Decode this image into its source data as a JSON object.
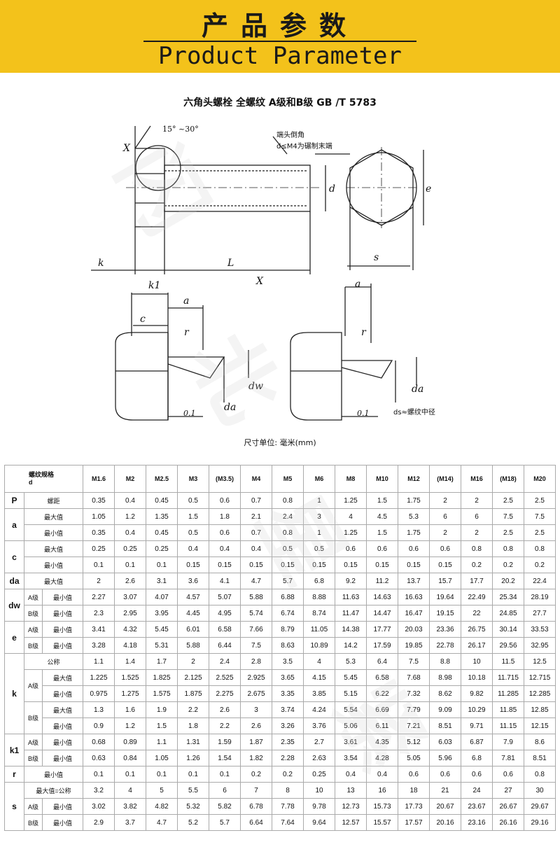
{
  "banner": {
    "title_cn": "产品参数",
    "title_en": "Product Parameter"
  },
  "drawing": {
    "title": "六角头螺栓 全螺纹 A级和B级 GB /T 5783",
    "labels": {
      "angle": "15° ~30°",
      "x": "X",
      "k": "k",
      "L": "L",
      "d": "d",
      "e": "e",
      "s": "s",
      "k1": "k1",
      "a": "a",
      "c": "c",
      "r": "r",
      "dw": "dw",
      "da": "da",
      "tol": "0.1",
      "view": "X"
    },
    "note_line1": "端头倒角",
    "note_line2": "d≤M4为碾制末端",
    "note_bottom": "ds≈螺纹中径"
  },
  "unit": "尺寸单位: 毫米(mm)",
  "table": {
    "header_spec": "螺纹规格",
    "header_d": "d",
    "sizes": [
      "M1.6",
      "M2",
      "M2.5",
      "M3",
      "(M3.5)",
      "M4",
      "M5",
      "M6",
      "M8",
      "M10",
      "M12",
      "(M14)",
      "M16",
      "(M18)",
      "M20"
    ],
    "rows": [
      {
        "sym": "P",
        "grade": "",
        "label": "螺距",
        "values": [
          "0.35",
          "0.4",
          "0.45",
          "0.5",
          "0.6",
          "0.7",
          "0.8",
          "1",
          "1.25",
          "1.5",
          "1.75",
          "2",
          "2",
          "2.5",
          "2.5"
        ]
      },
      {
        "sym": "a",
        "grade": "",
        "label": "最大值",
        "values": [
          "1.05",
          "1.2",
          "1.35",
          "1.5",
          "1.8",
          "2.1",
          "2.4",
          "3",
          "4",
          "4.5",
          "5.3",
          "6",
          "6",
          "7.5",
          "7.5"
        ]
      },
      {
        "sym": "",
        "grade": "",
        "label": "最小值",
        "values": [
          "0.35",
          "0.4",
          "0.45",
          "0.5",
          "0.6",
          "0.7",
          "0.8",
          "1",
          "1.25",
          "1.5",
          "1.75",
          "2",
          "2",
          "2.5",
          "2.5"
        ]
      },
      {
        "sym": "c",
        "grade": "",
        "label": "最大值",
        "values": [
          "0.25",
          "0.25",
          "0.25",
          "0.4",
          "0.4",
          "0.4",
          "0.5",
          "0.5",
          "0.6",
          "0.6",
          "0.6",
          "0.6",
          "0.8",
          "0.8",
          "0.8"
        ]
      },
      {
        "sym": "",
        "grade": "",
        "label": "最小值",
        "values": [
          "0.1",
          "0.1",
          "0.1",
          "0.15",
          "0.15",
          "0.15",
          "0.15",
          "0.15",
          "0.15",
          "0.15",
          "0.15",
          "0.15",
          "0.2",
          "0.2",
          "0.2"
        ]
      },
      {
        "sym": "da",
        "grade": "",
        "label": "最大值",
        "values": [
          "2",
          "2.6",
          "3.1",
          "3.6",
          "4.1",
          "4.7",
          "5.7",
          "6.8",
          "9.2",
          "11.2",
          "13.7",
          "15.7",
          "17.7",
          "20.2",
          "22.4"
        ]
      },
      {
        "sym": "dw",
        "grade": "A级",
        "label": "最小值",
        "values": [
          "2.27",
          "3.07",
          "4.07",
          "4.57",
          "5.07",
          "5.88",
          "6.88",
          "8.88",
          "11.63",
          "14.63",
          "16.63",
          "19.64",
          "22.49",
          "25.34",
          "28.19"
        ]
      },
      {
        "sym": "",
        "grade": "B级",
        "label": "最小值",
        "values": [
          "2.3",
          "2.95",
          "3.95",
          "4.45",
          "4.95",
          "5.74",
          "6.74",
          "8.74",
          "11.47",
          "14.47",
          "16.47",
          "19.15",
          "22",
          "24.85",
          "27.7"
        ]
      },
      {
        "sym": "e",
        "grade": "A级",
        "label": "最小值",
        "values": [
          "3.41",
          "4.32",
          "5.45",
          "6.01",
          "6.58",
          "7.66",
          "8.79",
          "11.05",
          "14.38",
          "17.77",
          "20.03",
          "23.36",
          "26.75",
          "30.14",
          "33.53"
        ]
      },
      {
        "sym": "",
        "grade": "B级",
        "label": "最小值",
        "values": [
          "3.28",
          "4.18",
          "5.31",
          "5.88",
          "6.44",
          "7.5",
          "8.63",
          "10.89",
          "14.2",
          "17.59",
          "19.85",
          "22.78",
          "26.17",
          "29.56",
          "32.95"
        ]
      },
      {
        "sym": "k",
        "grade": "",
        "label": "公称",
        "values": [
          "1.1",
          "1.4",
          "1.7",
          "2",
          "2.4",
          "2.8",
          "3.5",
          "4",
          "5.3",
          "6.4",
          "7.5",
          "8.8",
          "10",
          "11.5",
          "12.5"
        ]
      },
      {
        "sym": "",
        "grade": "A级",
        "label": "最大值",
        "values": [
          "1.225",
          "1.525",
          "1.825",
          "2.125",
          "2.525",
          "2.925",
          "3.65",
          "4.15",
          "5.45",
          "6.58",
          "7.68",
          "8.98",
          "10.18",
          "11.715",
          "12.715"
        ]
      },
      {
        "sym": "",
        "grade": "",
        "label": "最小值",
        "values": [
          "0.975",
          "1.275",
          "1.575",
          "1.875",
          "2.275",
          "2.675",
          "3.35",
          "3.85",
          "5.15",
          "6.22",
          "7.32",
          "8.62",
          "9.82",
          "11.285",
          "12.285"
        ]
      },
      {
        "sym": "",
        "grade": "B级",
        "label": "最大值",
        "values": [
          "1.3",
          "1.6",
          "1.9",
          "2.2",
          "2.6",
          "3",
          "3.74",
          "4.24",
          "5.54",
          "6.69",
          "7.79",
          "9.09",
          "10.29",
          "11.85",
          "12.85"
        ]
      },
      {
        "sym": "",
        "grade": "",
        "label": "最小值",
        "values": [
          "0.9",
          "1.2",
          "1.5",
          "1.8",
          "2.2",
          "2.6",
          "3.26",
          "3.76",
          "5.06",
          "6.11",
          "7.21",
          "8.51",
          "9.71",
          "11.15",
          "12.15"
        ]
      },
      {
        "sym": "k1",
        "grade": "A级",
        "label": "最小值",
        "values": [
          "0.68",
          "0.89",
          "1.1",
          "1.31",
          "1.59",
          "1.87",
          "2.35",
          "2.7",
          "3.61",
          "4.35",
          "5.12",
          "6.03",
          "6.87",
          "7.9",
          "8.6"
        ]
      },
      {
        "sym": "",
        "grade": "B级",
        "label": "最小值",
        "values": [
          "0.63",
          "0.84",
          "1.05",
          "1.26",
          "1.54",
          "1.82",
          "2.28",
          "2.63",
          "3.54",
          "4.28",
          "5.05",
          "5.96",
          "6.8",
          "7.81",
          "8.51"
        ]
      },
      {
        "sym": "r",
        "grade": "",
        "label": "最小值",
        "values": [
          "0.1",
          "0.1",
          "0.1",
          "0.1",
          "0.1",
          "0.2",
          "0.2",
          "0.25",
          "0.4",
          "0.4",
          "0.6",
          "0.6",
          "0.6",
          "0.6",
          "0.8"
        ]
      },
      {
        "sym": "s",
        "grade": "",
        "label": "最大值=公称",
        "values": [
          "3.2",
          "4",
          "5",
          "5.5",
          "6",
          "7",
          "8",
          "10",
          "13",
          "16",
          "18",
          "21",
          "24",
          "27",
          "30"
        ]
      },
      {
        "sym": "",
        "grade": "A级",
        "label": "最小值",
        "values": [
          "3.02",
          "3.82",
          "4.82",
          "5.32",
          "5.82",
          "6.78",
          "7.78",
          "9.78",
          "12.73",
          "15.73",
          "17.73",
          "20.67",
          "23.67",
          "26.67",
          "29.67"
        ]
      },
      {
        "sym": "",
        "grade": "B级",
        "label": "最小值",
        "values": [
          "2.9",
          "3.7",
          "4.7",
          "5.2",
          "5.7",
          "6.64",
          "7.64",
          "9.64",
          "12.57",
          "15.57",
          "17.57",
          "20.16",
          "23.16",
          "26.16",
          "29.16"
        ]
      }
    ]
  }
}
